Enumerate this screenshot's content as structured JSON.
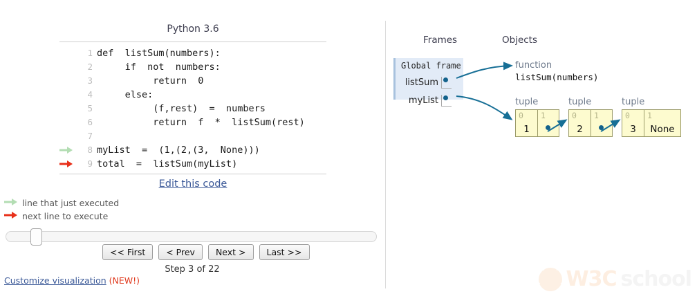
{
  "left_panel": {
    "python_version": "Python 3.6",
    "code_lines": [
      {
        "num": "1",
        "text": "def  listSum(numbers):",
        "marker": "none"
      },
      {
        "num": "2",
        "text": "     if  not  numbers:",
        "marker": "none"
      },
      {
        "num": "3",
        "text": "          return  0",
        "marker": "none"
      },
      {
        "num": "4",
        "text": "     else:",
        "marker": "none"
      },
      {
        "num": "5",
        "text": "          (f,rest)  =  numbers",
        "marker": "none"
      },
      {
        "num": "6",
        "text": "          return  f  *  listSum(rest)",
        "marker": "none"
      },
      {
        "num": "7",
        "text": "",
        "marker": "none"
      },
      {
        "num": "8",
        "text": "myList  =  (1,(2,(3,  None)))",
        "marker": "green"
      },
      {
        "num": "9",
        "text": "total  =  listSum(myList)",
        "marker": "red"
      }
    ],
    "edit_code_link": "Edit this code",
    "legend": [
      {
        "marker": "green",
        "label": "line that just executed"
      },
      {
        "marker": "red",
        "label": "next line to execute"
      }
    ],
    "nav_buttons": [
      {
        "id": "first",
        "label": "<< First"
      },
      {
        "id": "prev",
        "label": "< Prev"
      },
      {
        "id": "next",
        "label": "Next >"
      },
      {
        "id": "last",
        "label": "Last >>"
      }
    ],
    "step_label": "Step 3 of 22",
    "customize_link": "Customize visualization",
    "customize_new": "(NEW!)"
  },
  "right_panel": {
    "frames_header": "Frames",
    "objects_header": "Objects",
    "global_frame": {
      "title": "Global frame",
      "variables": [
        {
          "name": "listSum"
        },
        {
          "name": "myList"
        }
      ]
    },
    "function_object": {
      "type_label": "function",
      "value": "listSum(numbers)"
    },
    "tuples": [
      {
        "type_label": "tuple",
        "cells": [
          {
            "index": "0",
            "value": "1",
            "is_pointer": false
          },
          {
            "index": "1",
            "value": "",
            "is_pointer": true
          }
        ]
      },
      {
        "type_label": "tuple",
        "cells": [
          {
            "index": "0",
            "value": "2",
            "is_pointer": false
          },
          {
            "index": "1",
            "value": "",
            "is_pointer": true
          }
        ]
      },
      {
        "type_label": "tuple",
        "cells": [
          {
            "index": "0",
            "value": "3",
            "is_pointer": false
          },
          {
            "index": "1",
            "value": "None",
            "is_pointer": false
          }
        ]
      }
    ]
  },
  "watermark": {
    "text_primary": "W3C",
    "text_secondary": "school"
  },
  "colors": {
    "green_arrow": "#b3ddb3",
    "red_arrow": "#e8301a",
    "pointer": "#13628c",
    "frame_bg": "#e2ebf7",
    "tuple_bg": "#fdfbcf",
    "link": "#3b5998"
  }
}
